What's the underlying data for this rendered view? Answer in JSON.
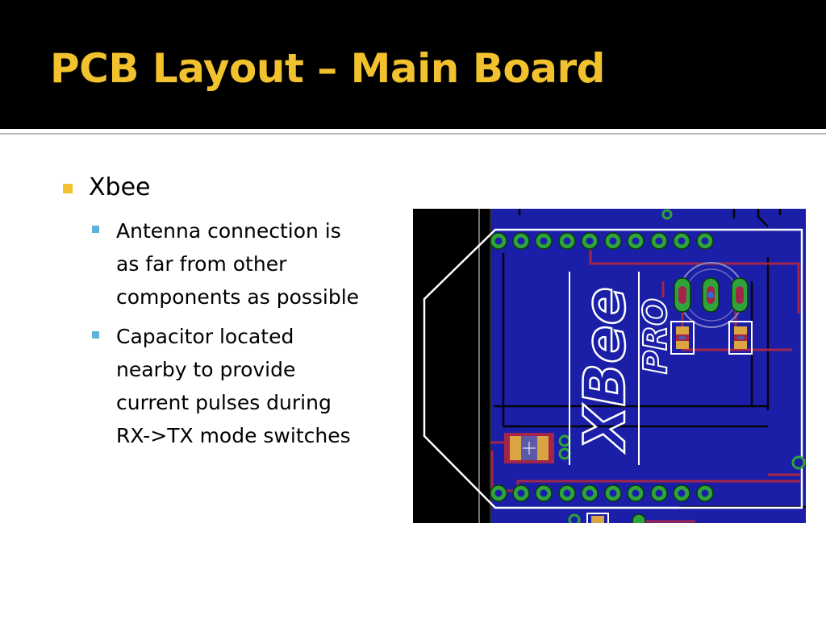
{
  "slide": {
    "title": "PCB Layout – Main Board"
  },
  "content": {
    "level1": {
      "label": "Xbee"
    },
    "level2": [
      {
        "lines": [
          "Antenna connection is",
          "as far from other",
          "components as possible"
        ]
      },
      {
        "lines": [
          "Capacitor located",
          "nearby to provide",
          "current pulses during",
          "RX->TX mode switches"
        ]
      }
    ]
  },
  "figure": {
    "module_label": "XBee",
    "module_sublabel": "PRO",
    "colors": {
      "board": "#1b1fa8",
      "trace": "#a3264a",
      "pad": "#2ea43b",
      "outline": "#ffffff",
      "background": "#000000",
      "pad_gold": "#d9a441"
    }
  },
  "theme": {
    "title_color": "#f2c12e",
    "bullet_l1_color": "#f2c12e",
    "bullet_l2_color": "#5ab4d8"
  }
}
